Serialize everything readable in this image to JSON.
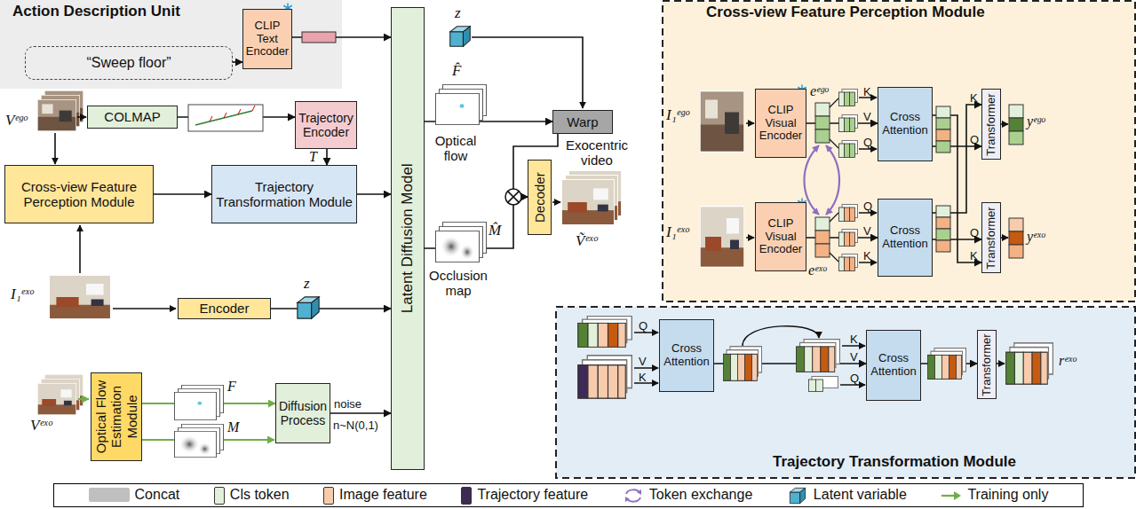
{
  "diagram": {
    "nodes": [
      {
        "text": [
          "Action Description Unit"
        ]
      },
      {
        "text": [
          "“Sweep floor”"
        ],
        "in": 0
      },
      {
        "text": [
          "CLIP Text Encoder"
        ],
        "in": 0
      },
      {
        "text": [
          "Latent Diffusion Model"
        ]
      },
      {
        "text": [
          "COLMAP"
        ]
      },
      {
        "text": [
          "Trajectory Encoder"
        ]
      },
      {
        "text": [
          "Cross-view Feature Perception Module"
        ]
      },
      {
        "text": [
          "Trajectory Transformation Module"
        ]
      },
      {
        "text": [
          "Encoder"
        ]
      },
      {
        "text": [
          "Optical Flow Estimation Module"
        ]
      },
      {
        "text": [
          "Diffusion Process"
        ]
      },
      {
        "text": [
          "Warp"
        ]
      },
      {
        "text": [
          "Decoder"
        ]
      },
      {
        "text": [
          "Cross-view Feature Perception Module"
        ]
      },
      {
        "text": [
          "CLIP Visual Encoder"
        ],
        "in": 13
      },
      {
        "text": [
          "Cross Attention"
        ],
        "in": 13
      },
      {
        "text": [
          "Transformer"
        ],
        "in": 13
      },
      {
        "text": [
          "CLIP Visual Encoder"
        ],
        "in": 13
      },
      {
        "text": [
          "Cross Attention"
        ],
        "in": 13
      },
      {
        "text": [
          "Transformer"
        ],
        "in": 13
      },
      {
        "text": [
          "Trajectory Transformation Module"
        ]
      },
      {
        "text": [
          "Cross Attention"
        ],
        "in": 20
      },
      {
        "text": [
          "Cross Attention"
        ],
        "in": 20
      },
      {
        "text": [
          "Transformer"
        ],
        "in": 20
      }
    ],
    "edges": [
      {
        "from": 1,
        "to": 2,
        "arrow": "to"
      },
      {
        "from": 2,
        "to": 3,
        "arrow": "to"
      },
      {
        "from": 4,
        "to": 5,
        "arrow": "to"
      },
      {
        "from": 5,
        "to": 7,
        "arrow": "to"
      },
      {
        "from": 6,
        "to": 7,
        "arrow": "to"
      },
      {
        "from": 7,
        "to": 3,
        "arrow": "to"
      },
      {
        "from": 8,
        "to": 3,
        "arrow": "to"
      },
      {
        "from": 9,
        "to": 10,
        "arrow": "to"
      },
      {
        "from": 10,
        "to": 3,
        "arrow": "to"
      },
      {
        "from": 3,
        "to": 11,
        "arrow": "to"
      },
      {
        "from": 11,
        "to": 12,
        "arrow": "to"
      },
      {
        "from": 3,
        "to": 12,
        "arrow": "to"
      },
      {
        "from": 14,
        "to": 15,
        "arrow": "to"
      },
      {
        "from": 17,
        "to": 18,
        "arrow": "to"
      },
      {
        "from": 15,
        "to": 16,
        "arrow": "to"
      },
      {
        "from": 15,
        "to": 19,
        "arrow": "to"
      },
      {
        "from": 18,
        "to": 16,
        "arrow": "to"
      },
      {
        "from": 18,
        "to": 19,
        "arrow": "to"
      },
      {
        "from": 21,
        "to": 22,
        "arrow": "to"
      },
      {
        "from": 22,
        "to": 23,
        "arrow": "to"
      }
    ],
    "labels": [
      "Vᵉᵍᵒ",
      "T",
      "I₁ᵉˣᵒ",
      "z",
      "Vᵉˣᵒ",
      "F",
      "M",
      "noise",
      "n~N(0,1)",
      "z",
      "F̂",
      "Optical flow",
      "M̂",
      "Occlusion map",
      "Exocentric video",
      "Ṽᵉˣᵒ",
      "I₁ᵉᵍᵒ",
      "eᵉᵍᵒ",
      "eᵉˣᵒ",
      "K",
      "V",
      "Q",
      "K",
      "Q",
      "yᵉᵍᵒ",
      "I₁ᵉˣᵒ",
      "Q",
      "V",
      "K",
      "Q",
      "K",
      "yᵉˣᵒ",
      "Q",
      "V",
      "K",
      "K",
      "V",
      "Q",
      "rᵉˣᵒ"
    ],
    "legend": [
      {
        "text": "Concat",
        "color": "#bfbfbf"
      },
      {
        "text": "Cls token",
        "color": "#e2efda"
      },
      {
        "text": "Image feature",
        "color": "#f8cbad"
      },
      {
        "text": "Trajectory feature",
        "color": "#3f2a56"
      },
      {
        "text": "Token exchange"
      },
      {
        "text": "Latent variable"
      },
      {
        "text": "Training only"
      }
    ]
  }
}
